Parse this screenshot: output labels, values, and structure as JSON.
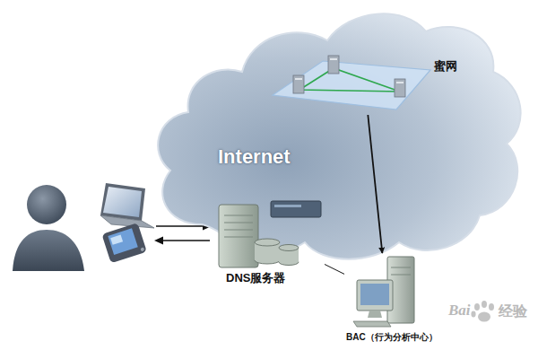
{
  "diagram": {
    "nodes": [
      {
        "text": [
          "Internet"
        ]
      },
      {
        "text": [
          "蜜网"
        ],
        "in": 0
      },
      {
        "text": [
          "DNS服务器"
        ]
      },
      {
        "text": [
          "BAC（行为分析中心）"
        ]
      }
    ],
    "edges": [
      {
        "from": 1,
        "to": 3,
        "arrow": "to"
      },
      {
        "from": 2,
        "to": 3,
        "arrow": "none"
      }
    ],
    "labels": [
      "Bai",
      "经验"
    ]
  }
}
